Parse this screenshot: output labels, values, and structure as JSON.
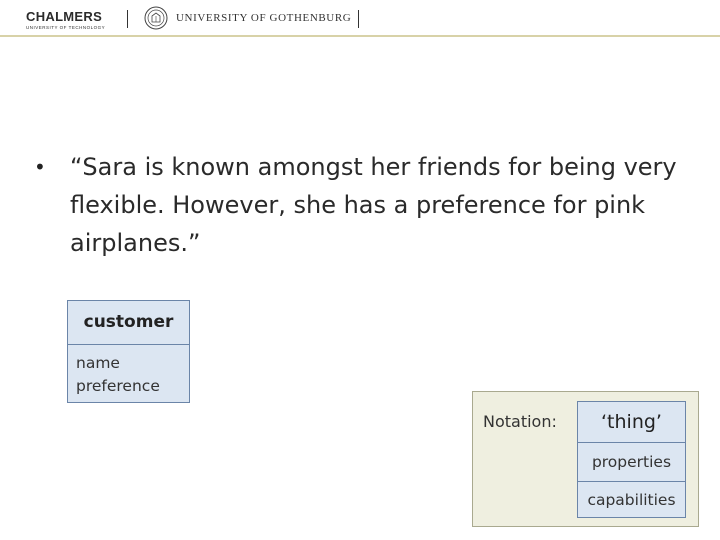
{
  "header": {
    "chalmers_name": "CHALMERS",
    "chalmers_subtitle": "UNIVERSITY OF TECHNOLOGY",
    "gu_name": "UNIVERSITY OF GOTHENBURG"
  },
  "slide": {
    "bullet_symbol": "•",
    "bullet_text": "“Sara is known amongst her friends for being very flexible. However, she has a preference for pink airplanes.”",
    "customer_box": {
      "title": "customer",
      "attributes": [
        "name",
        "preference"
      ]
    },
    "notation": {
      "label": "Notation:",
      "title": "‘thing’",
      "properties": "properties",
      "capabilities": "capabilities"
    }
  }
}
